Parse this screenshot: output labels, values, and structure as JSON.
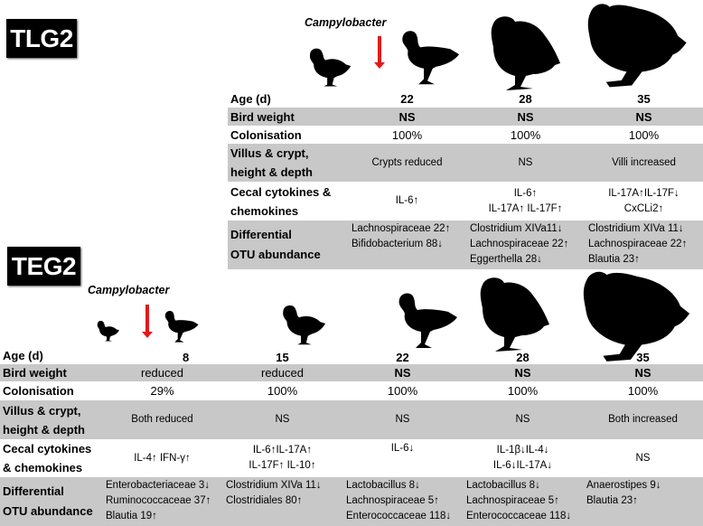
{
  "tlg2": {
    "badge": "TLG2",
    "campylobacter_label": "Campylobacter",
    "row_labels": {
      "age": "Age (d)",
      "bird_weight": "Bird weight",
      "colonisation": "Colonisation",
      "villus_1": "Villus & crypt,",
      "villus_2": "height & depth",
      "cytokines_1": "Cecal cytokines &",
      "cytokines_2": "chemokines",
      "otu_1": "Differential",
      "otu_2": "OTU abundance"
    },
    "columns": [
      {
        "age": "22",
        "bird_weight": "NS",
        "colonisation": "100%",
        "villus": "Crypts reduced",
        "cytokines": [
          "IL-6↑"
        ],
        "otu": [
          "Lachnospiraceae 22↑",
          "Bifidobacterium 88↓"
        ]
      },
      {
        "age": "28",
        "bird_weight": "NS",
        "colonisation": "100%",
        "villus": "NS",
        "cytokines": [
          "IL-6↑",
          "IL-17A↑ IL-17F↑"
        ],
        "otu": [
          "Clostridium XIVa11↓",
          "Lachnospiraceae 22↑",
          "Eggerthella 28↓"
        ]
      },
      {
        "age": "35",
        "bird_weight": "NS",
        "colonisation": "100%",
        "villus": "Villi increased",
        "cytokines": [
          "IL-17A↑IL-17F↓",
          "CxCLi2↑"
        ],
        "otu": [
          "Clostridium XIVa 11↓",
          "Lachnospiraceae 22↑",
          "Blautia 23↑"
        ]
      }
    ]
  },
  "teg2": {
    "badge": "TEG2",
    "campylobacter_label": "Campylobacter",
    "row_labels": {
      "age": "Age (d)",
      "bird_weight": "Bird weight",
      "colonisation": "Colonisation",
      "villus_1": "Villus & crypt,",
      "villus_2": "height & depth",
      "cytokines_1": "Cecal cytokines",
      "cytokines_2": "& chemokines",
      "otu_1": "Differential",
      "otu_2": "OTU abundance"
    },
    "columns": [
      {
        "age": "8",
        "bird_weight": "reduced",
        "colonisation": "29%",
        "villus": "Both reduced",
        "cytokines": [
          "IL-4↑ IFN-γ↑"
        ],
        "otu": [
          "Enterobacteriaceae 3↓",
          "Ruminococcaceae 37↑",
          "Blautia 19↑"
        ]
      },
      {
        "age": "15",
        "bird_weight": "reduced",
        "colonisation": "100%",
        "villus": "NS",
        "cytokines": [
          "IL-6↑IL-17A↑",
          "IL-17F↑ IL-10↑"
        ],
        "otu": [
          "Clostridium XIVa 11↓",
          "Clostridiales 80↑"
        ]
      },
      {
        "age": "22",
        "bird_weight": "NS",
        "colonisation": "100%",
        "villus": "NS",
        "cytokines": [
          "IL-6↓"
        ],
        "otu": [
          "Lactobacillus 8↓",
          "Lachnospiraceae 5↑",
          "Enterococcaceae 118↓"
        ]
      },
      {
        "age": "28",
        "bird_weight": "NS",
        "colonisation": "100%",
        "villus": "NS",
        "cytokines": [
          "IL-1β↓IL-4↓",
          "IL-6↓IL-17A↓"
        ],
        "otu": [
          "Lactobacillus 8↓",
          "Lachnospiraceae 5↑",
          "Enterococcaceae 118↓"
        ]
      },
      {
        "age": "35",
        "bird_weight": "NS",
        "colonisation": "100%",
        "villus": "Both increased",
        "cytokines": [
          "NS"
        ],
        "otu": [
          "Anaerostipes 9↓",
          "Blautia 23↑"
        ]
      }
    ]
  },
  "colors": {
    "row_gray": "#c8c8c8",
    "arrow_red": "#e01b1b",
    "badge_bg": "#000000",
    "silhouette": "#000000"
  },
  "icons": {
    "chick": "chicken-silhouette",
    "infection_arrow": "red-down-arrow"
  }
}
